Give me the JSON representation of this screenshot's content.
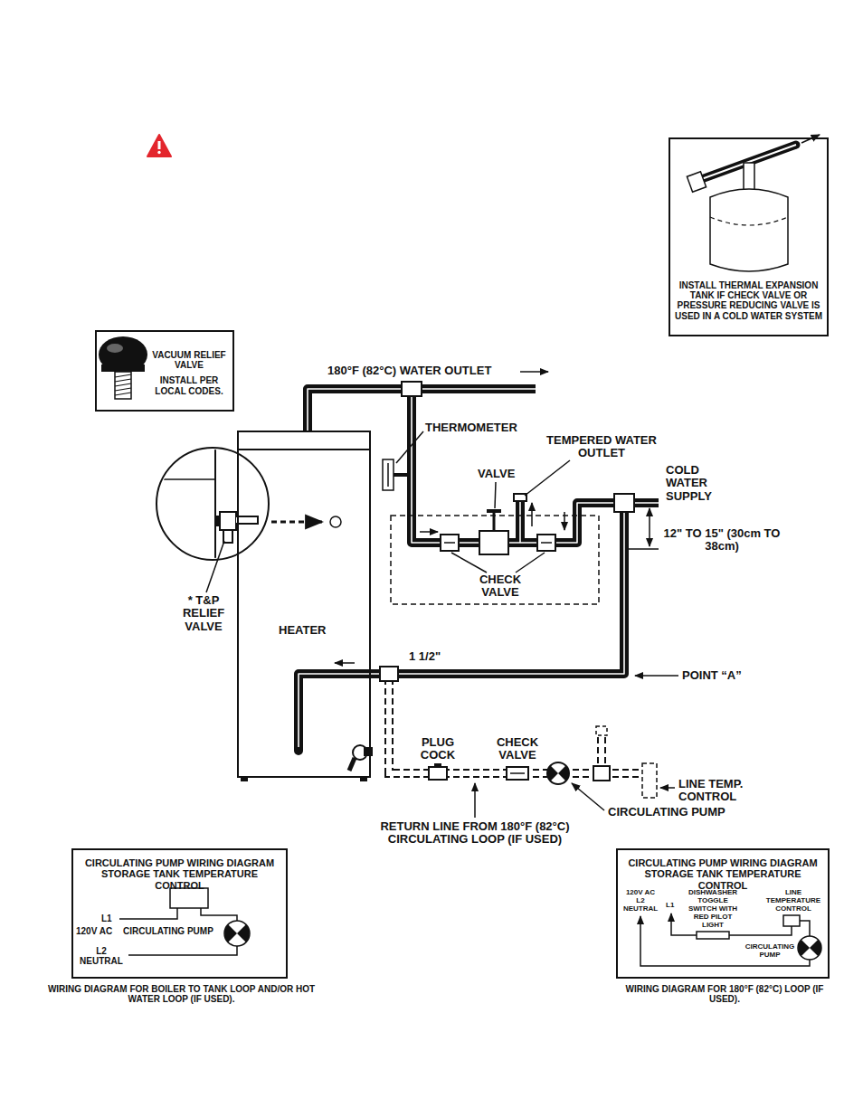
{
  "diagram": {
    "nodes": [
      {
        "text": [
          "INSTALL THERMAL EXPANSION TANK IF CHECK VALVE OR PRESSURE REDUCING VALVE IS USED IN A COLD WATER SYSTEM"
        ]
      },
      {
        "text": [
          "VACUUM RELIEF VALVE",
          "INSTALL PER LOCAL CODES."
        ]
      },
      {
        "text": [
          "HEATER"
        ]
      },
      {
        "text": [
          "CIRCULATING PUMP WIRING DIAGRAM STORAGE TANK TEMPERATURE CONTROL",
          "WIRING DIAGRAM FOR BOILER TO TANK LOOP AND/OR HOT WATER LOOP (IF USED)."
        ]
      },
      {
        "text": [
          "CIRCULATING PUMP WIRING DIAGRAM STORAGE TANK TEMPERATURE CONTROL",
          "WIRING DIAGRAM FOR 180°F (82°C) LOOP (IF USED)."
        ]
      }
    ],
    "labels": [
      "180°F (82°C) WATER OUTLET",
      "THERMOMETER",
      "TEMPERED WATER OUTLET",
      "VALVE",
      "COLD WATER SUPPLY",
      "12\" TO 15\" (30cm TO 38cm)",
      "CHECK VALVE",
      "* T&P RELIEF VALVE",
      "1 1/2\"",
      "POINT “A”",
      "PLUG COCK",
      "CHECK VALVE",
      "LINE TEMP. CONTROL",
      "CIRCULATING PUMP",
      "RETURN LINE FROM 180°F (82°C) CIRCULATING LOOP (IF USED)",
      "L1",
      "120V AC",
      "CIRCULATING PUMP",
      "L2 NEUTRAL",
      "120V AC L2 NEUTRAL",
      "L1",
      "DISHWASHER TOGGLE SWITCH WITH RED PILOT LIGHT",
      "LINE TEMPERATURE CONTROL",
      "CIRCULATING PUMP"
    ]
  }
}
